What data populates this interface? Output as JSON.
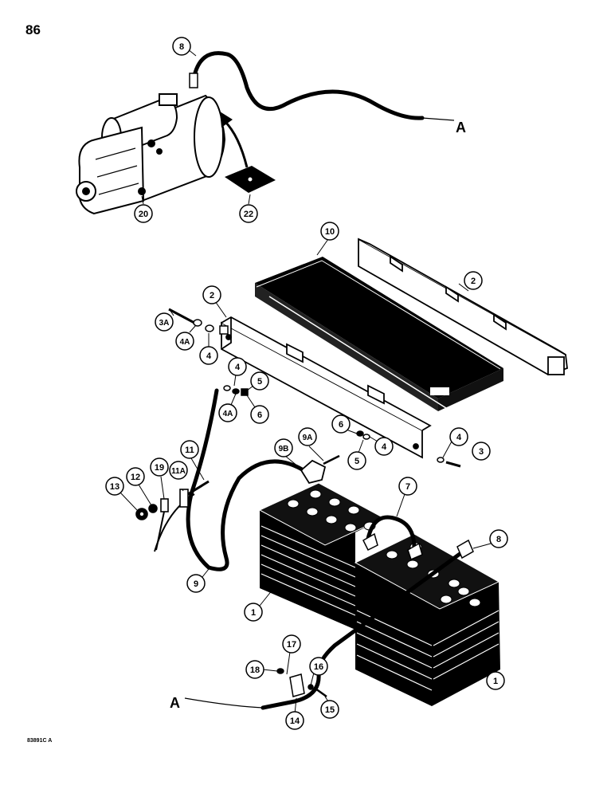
{
  "page": {
    "number": "86",
    "ref_code": "83891C A"
  },
  "connector_label": "A",
  "callouts": [
    "8",
    "20",
    "22",
    "10",
    "2",
    "2",
    "3A",
    "4A",
    "4",
    "4",
    "5",
    "4A",
    "6",
    "6",
    "5",
    "4",
    "4",
    "3",
    "9A",
    "9B",
    "11",
    "11A",
    "19",
    "12",
    "13",
    "7",
    "8",
    "9",
    "1",
    "1",
    "17",
    "18",
    "16",
    "14",
    "15"
  ],
  "colors": {
    "ink": "#000000",
    "paper": "#ffffff",
    "shadow": "#333333"
  }
}
